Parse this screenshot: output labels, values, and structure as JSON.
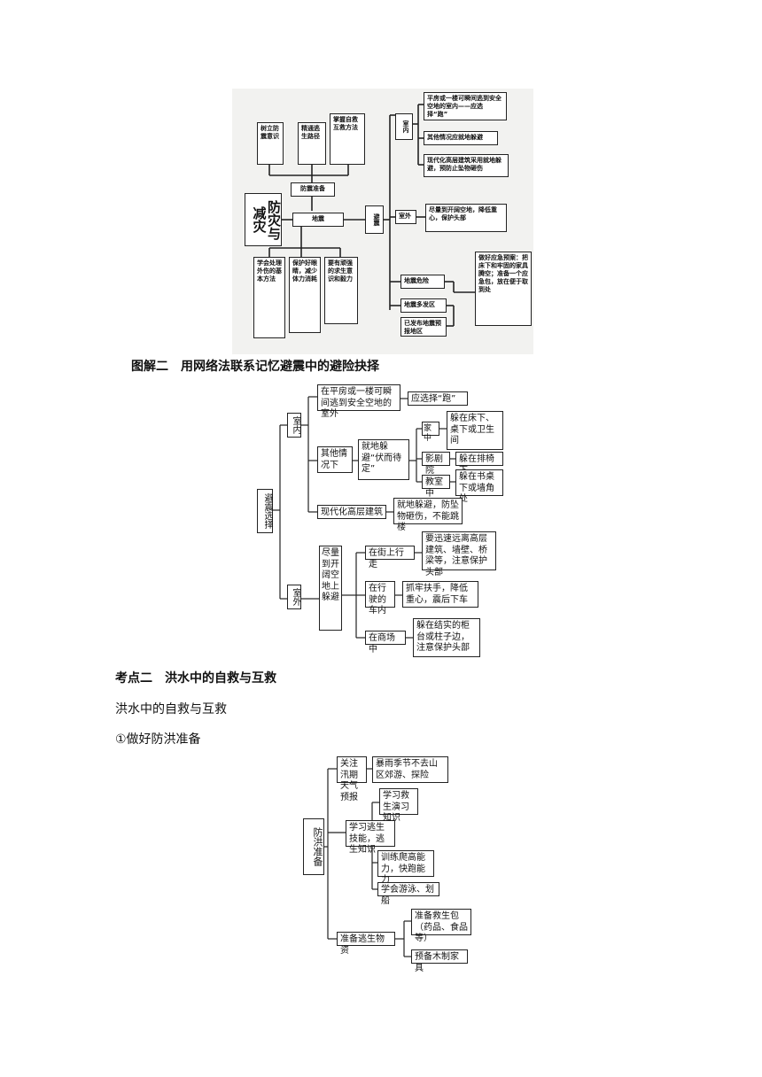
{
  "diagram1": {
    "root": "防灾与减灾",
    "top_row": [
      "树立防震意识",
      "精通逃生路径",
      "掌握自救互救方法"
    ],
    "prepare": "防震准备",
    "earthquake": "地震",
    "bottom_row": [
      "学会处理外伤的基本方法",
      "保护好眼睛，减少体力消耗",
      "要有顽强的求生意识和毅力"
    ],
    "avoid": "避震",
    "indoor": "室内",
    "indoor_items": [
      "平房或一楼可瞬间逃到安全空地的室内——应选择“跑”",
      "其他情况应就地躲避",
      "现代化高层建筑采用就地躲避，预防止坠物砸伤"
    ],
    "outdoor": "室外",
    "outdoor_item": "尽量到开阔空地，降低重心，保护头部",
    "risk_items": [
      "地震危险",
      "地震多发区",
      "已发布地震预报地区"
    ],
    "risk_note": "做好应急预案：把床下和牢固的家具腾空；准备一个应急包，放在便于取到处"
  },
  "caption2": "图解二　用网络法联系记忆避震中的避险抉择",
  "diagram2": {
    "root": "避震选择",
    "indoor": "室内",
    "outdoor": "室外",
    "i1": "在平房或一楼可瞬间逃到安全空地的室外",
    "i1_result": "应选择“跑”",
    "i2": "其他情况下",
    "i2_mid": "就地躲避“伏而待定”",
    "home": "家中",
    "home_r": "躲在床下、桌下或卫生间",
    "cinema": "影剧院",
    "cinema_r": "躲在排椅下",
    "classroom": "教室中",
    "classroom_r": "躲在书桌下或墙角处",
    "i3": "现代化高层建筑",
    "i3_r": "就地躲避，防坠物砸伤，不能跳楼",
    "o_mid": "尽量到开阔空地上躲避",
    "street": "在街上行走",
    "street_r": "要迅速远离高层建筑、墙壁、桥梁等，注意保护头部",
    "car": "在行驶的车内",
    "car_r": "抓牢扶手，降低重心，震后下车",
    "mall": "在商场中",
    "mall_r": "躲在结实的柜台或柱子边，注意保护头部"
  },
  "section_title": "考点二　洪水中的自救与互救",
  "sub_title": "洪水中的自救与互救",
  "item_title": "①做好防洪准备",
  "diagram3": {
    "root": "防洪准备",
    "a": "关注汛期天气预报",
    "a_r": "暴雨季节不去山区郊游、探险",
    "b": "学习逃生技能，逃生知识",
    "b1": "学习救生演习知识",
    "b2": "训练爬高能力，快跑能力",
    "b3": "学会游泳、划船",
    "c": "准备逃生物资",
    "c1": "准备救生包（药品、食品等）",
    "c2": "预备木制家具"
  }
}
